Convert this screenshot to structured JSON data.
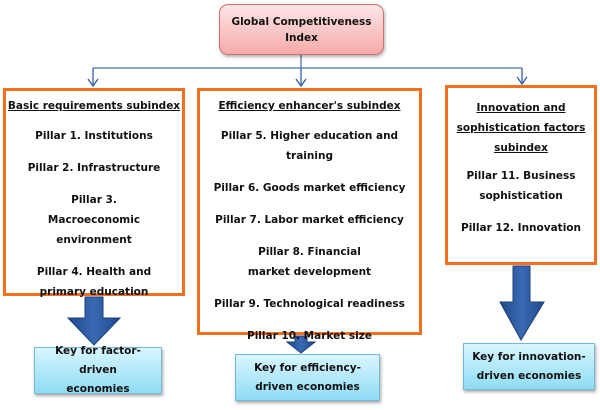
{
  "root": {
    "title_line1": "Global Competitiveness",
    "title_line2": "Index"
  },
  "subindexes": [
    {
      "title": "Basic requirements subindex",
      "pillars": [
        "Pillar 1.  Institutions",
        "Pillar 2.  Infrastructure",
        "Pillar 3.  Macroeconomic environment",
        "Pillar 4. Health and primary education"
      ],
      "key": "Key for factor-driven economies"
    },
    {
      "title": "Efficiency enhancer's subindex",
      "pillars": [
        "Pillar 5. Higher education and training",
        "Pillar 6. Goods market efficiency",
        "Pillar 7.  Labor market efficiency",
        "Pillar 8. Financial market development",
        "Pillar 9. Technological readiness",
        "Pillar 10.  Market size"
      ],
      "key": "Key for efficiency-driven economies"
    },
    {
      "title": "Innovation and sophistication factors subindex",
      "pillars": [
        "Pillar 11. Business sophistication",
        "Pillar 12. Innovation"
      ],
      "key": "Key for innovation-driven economies"
    }
  ],
  "colors": {
    "subindex_border": "#f07020",
    "connector": "#2f5fa7",
    "big_arrow": "#2b5aa0"
  }
}
